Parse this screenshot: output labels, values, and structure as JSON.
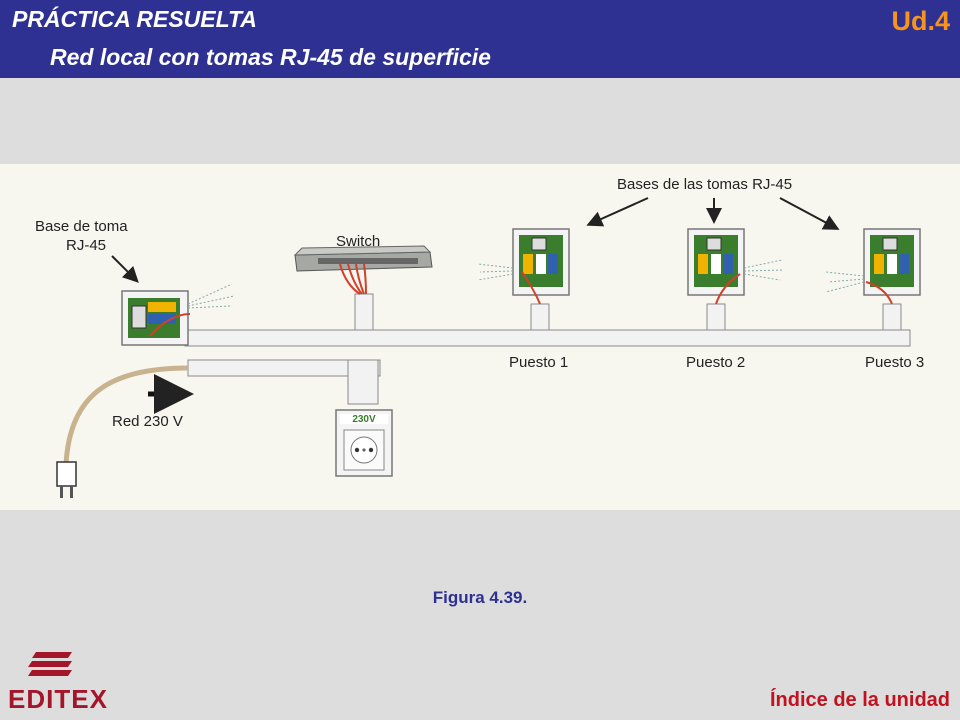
{
  "header": {
    "title": "PRÁCTICA RESUELTA",
    "subtitle": "Red local con tomas RJ-45 de superficie",
    "unit": "Ud.4"
  },
  "diagram": {
    "label_base_line1": "Base de toma",
    "label_base_line2": "RJ-45",
    "label_switch": "Switch",
    "label_bases": "Bases de las tomas RJ-45",
    "label_puesto1": "Puesto 1",
    "label_puesto2": "Puesto 2",
    "label_puesto3": "Puesto 3",
    "label_red": "Red 230 V",
    "label_230": "230V"
  },
  "caption": "Figura 4.39.",
  "footer": {
    "logo_text": "EDITEX",
    "index_link": "Índice de la unidad"
  },
  "colors": {
    "header_bg": "#2e3192",
    "unit_text": "#f7941d",
    "link_text": "#c1121f",
    "cable_red": "#d0402a",
    "jack_green": "#3a7d2c"
  }
}
